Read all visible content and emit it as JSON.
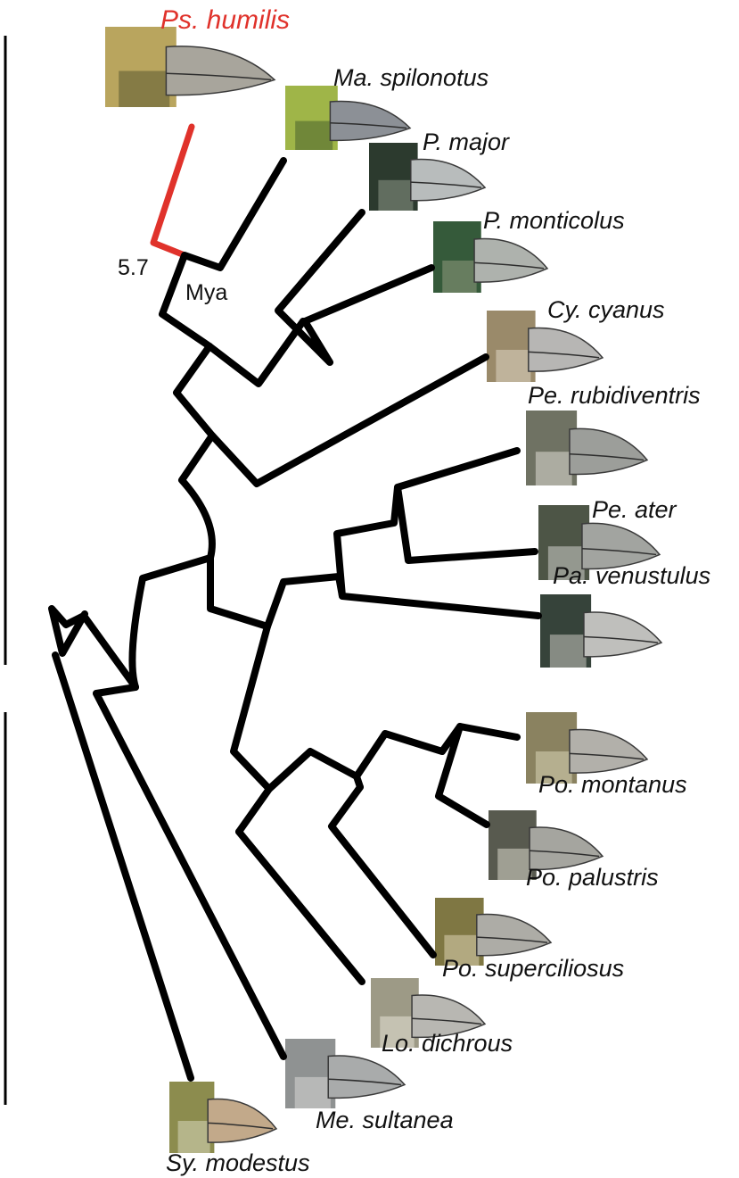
{
  "colors": {
    "branch": "#000000",
    "highlight": "#e0322b",
    "text": "#111111"
  },
  "divergence_age": {
    "value": "5.7",
    "unit": "Mya"
  },
  "taxa": [
    {
      "id": "ps_humilis",
      "label": "Ps. humilis",
      "highlight": true
    },
    {
      "id": "ma_spilonotus",
      "label": "Ma. spilonotus"
    },
    {
      "id": "p_major",
      "label": "P. major"
    },
    {
      "id": "p_monticolus",
      "label": "P. monticolus"
    },
    {
      "id": "cy_cyanus",
      "label": "Cy. cyanus"
    },
    {
      "id": "pe_rubidiventris",
      "label": "Pe. rubidiventris"
    },
    {
      "id": "pe_ater",
      "label": "Pe. ater"
    },
    {
      "id": "pa_venustulus",
      "label": "Pa. venustulus"
    },
    {
      "id": "po_montanus",
      "label": "Po. montanus"
    },
    {
      "id": "po_palustris",
      "label": "Po. palustris"
    },
    {
      "id": "po_superciliosus",
      "label": "Po. superciliosus"
    },
    {
      "id": "lo_dichrous",
      "label": "Lo. dichrous"
    },
    {
      "id": "me_sultanea",
      "label": "Me. sultanea"
    },
    {
      "id": "sy_modestus",
      "label": "Sy. modestus"
    }
  ]
}
